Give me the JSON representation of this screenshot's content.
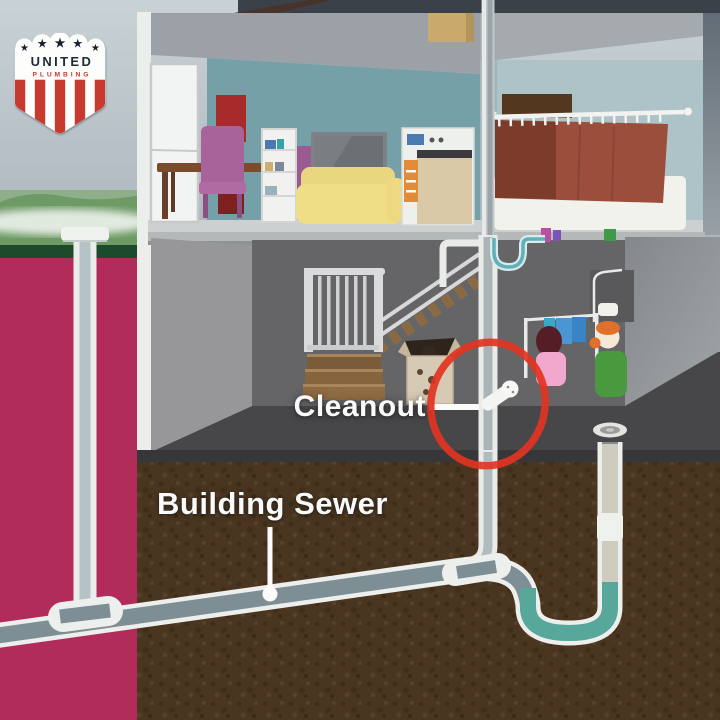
{
  "logo": {
    "word1": "UNITED",
    "word2": "PLUMBING",
    "star_glyph": "★",
    "star_count": 5,
    "shield_color": "#fdfdfc",
    "stripe_color": "#c8392f",
    "word1_color": "#1b2a38",
    "word2_color": "#c8392f"
  },
  "callouts": {
    "cleanout": "Cleanout",
    "building_sewer": "Building Sewer",
    "text_color": "#fafafa",
    "highlight_circle_color": "#e23422"
  },
  "palette": {
    "sky": "#b9c3c8",
    "hill_green": "#6e9a66",
    "grass_green": "#1d4a2a",
    "foundation_magenta": "#b12b5b",
    "soil_brown": "#4a3620",
    "basement_wall_gray": "#656568",
    "basement_floor_gray": "#47474a",
    "living_room_wall_teal": "#76a0a8",
    "bedroom_wall_blue": "#adc3c8",
    "pipe_white": "#edefec",
    "pipe_slate": "#7e8e95",
    "pipe_water_teal": "#57a79b",
    "couch_yellow": "#f0de86",
    "curtain_rust": "#9b4e3b"
  }
}
